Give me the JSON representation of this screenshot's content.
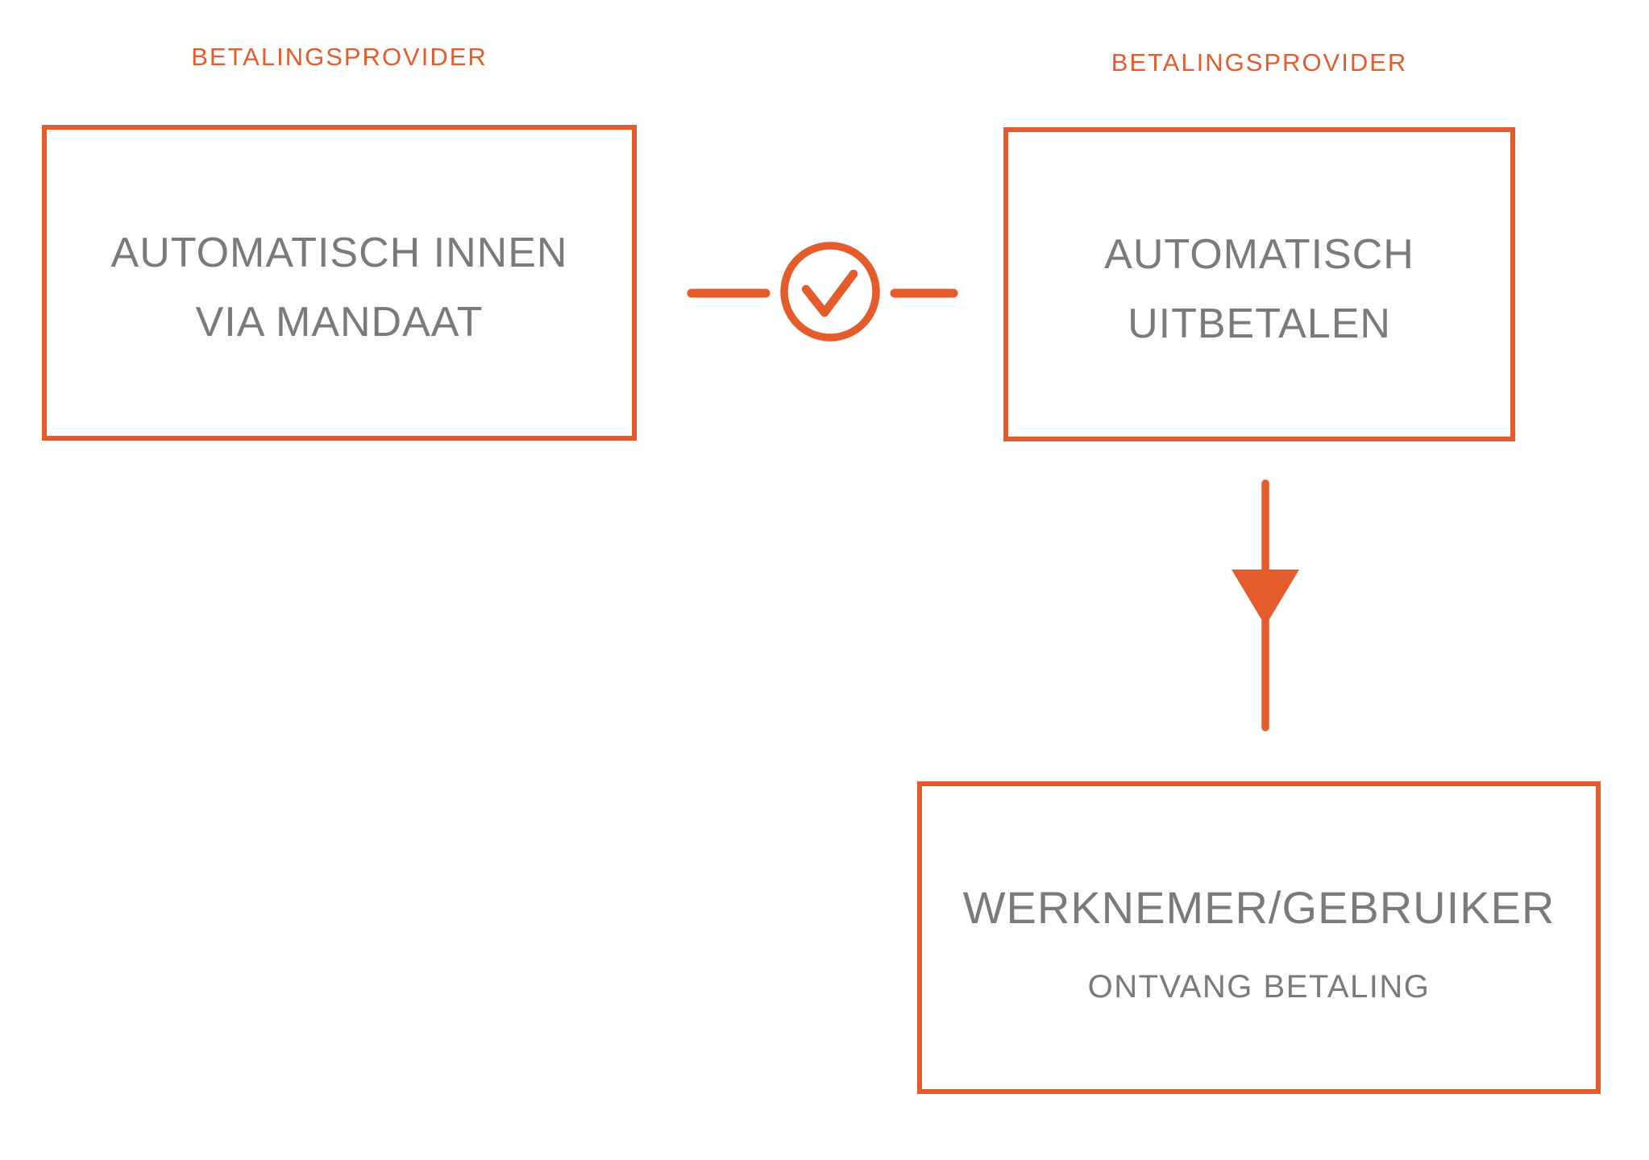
{
  "colors": {
    "accent_orange": "#E45C2B",
    "text_gray": "#797A7D"
  },
  "left_group": {
    "label": "BETALINGSPROVIDER",
    "box_line1": "AUTOMATISCH INNEN",
    "box_line2": "VIA MANDAAT"
  },
  "right_group": {
    "label": "BETALINGSPROVIDER",
    "box_line1": "AUTOMATISCH",
    "box_line2": "UITBETALEN"
  },
  "bottom_box": {
    "line1": "WERKNEMER/GEBRUIKER",
    "line2": "ONTVANG BETALING"
  },
  "icons": {
    "connector": "check-circle-icon",
    "flow_arrow": "down-arrow-icon"
  }
}
